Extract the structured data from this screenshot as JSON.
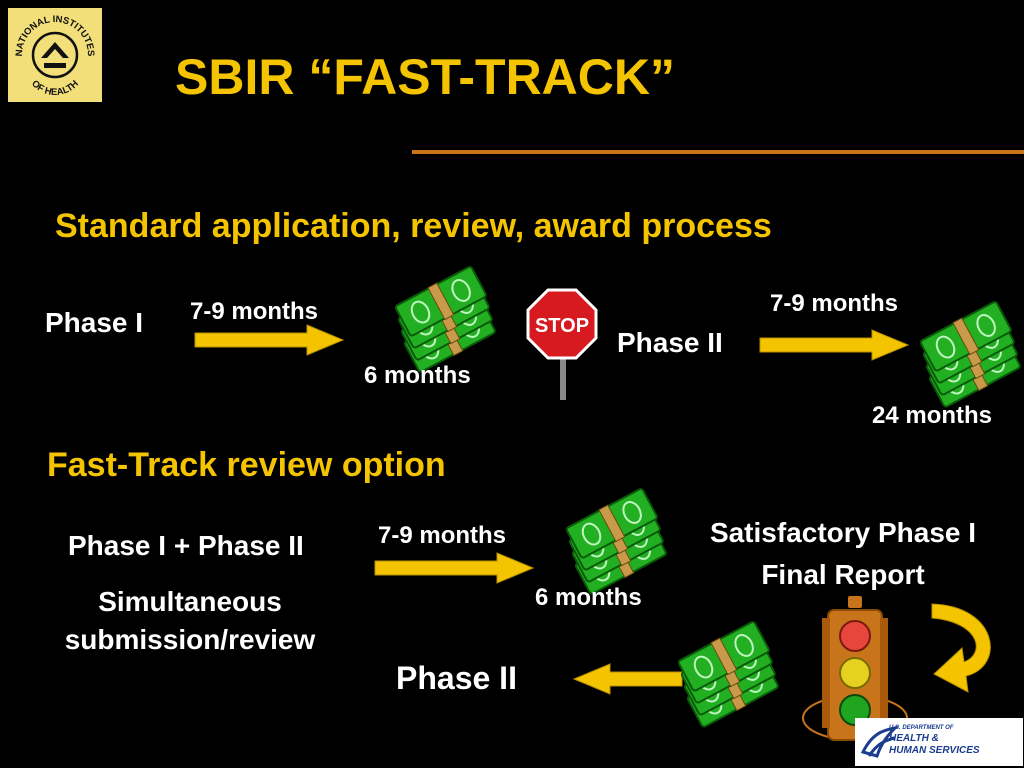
{
  "title": "SBIR “FAST-TRACK”",
  "logo": {
    "text": "NATIONAL INSTITUTES OF HEALTH",
    "icon": "nih-seal-icon"
  },
  "standard": {
    "heading": "Standard application, review, award process",
    "phase1": "Phase I",
    "phase1_duration": "7-9 months",
    "phase1_award": "6 months",
    "phase2": "Phase II",
    "phase2_duration": "7-9 months",
    "phase2_award": "24 months",
    "stop_sign": "STOP"
  },
  "fasttrack": {
    "heading": "Fast-Track review option",
    "combined": "Phase I + Phase II",
    "duration": "7-9 months",
    "award": "6 months",
    "simultaneous_line1": "Simultaneous",
    "simultaneous_line2": "submission/review",
    "report_line1": "Satisfactory Phase I",
    "report_line2": "Final Report",
    "phase2": "Phase II"
  },
  "hhs_logo": {
    "line1": "U.S. DEPARTMENT OF",
    "line2": "HEALTH &",
    "line3": "HUMAN SERVICES"
  },
  "colors": {
    "accent": "#f5c400",
    "rule": "#c8741a",
    "money": "#22b022",
    "background": "#000000"
  }
}
